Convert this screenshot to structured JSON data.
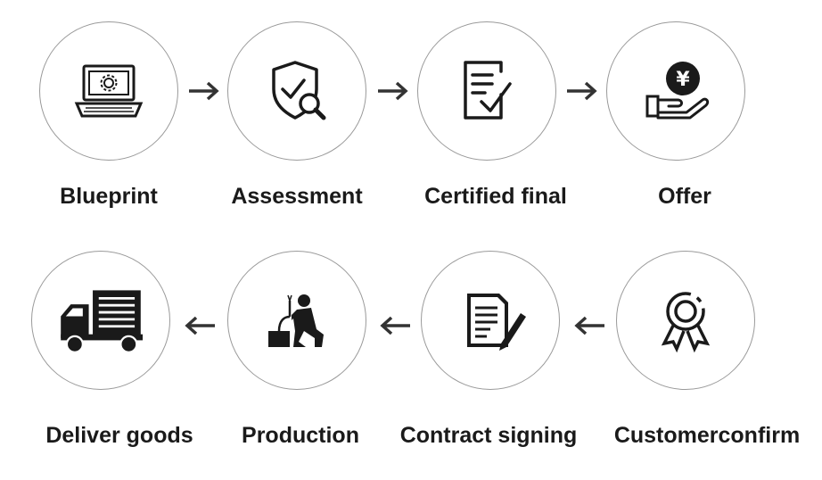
{
  "steps_row1": [
    {
      "label": "Blueprint",
      "icon": "laptop-gear-icon"
    },
    {
      "label": "Assessment",
      "icon": "shield-check-magnifier-icon"
    },
    {
      "label": "Certified final",
      "icon": "document-check-icon"
    },
    {
      "label": "Offer",
      "icon": "hand-yen-coin-icon"
    }
  ],
  "steps_row2": [
    {
      "label": "Customerconfirm",
      "icon": "award-badge-icon"
    },
    {
      "label": "Contract signing",
      "icon": "contract-pen-icon"
    },
    {
      "label": "Production",
      "icon": "welder-icon"
    },
    {
      "label": "Deliver goods",
      "icon": "delivery-truck-icon"
    }
  ],
  "colors": {
    "icon": "#1a1a1a",
    "circle_border": "#9a9a9a",
    "arrow": "#333333"
  },
  "icons": {
    "yen_symbol": "¥"
  }
}
